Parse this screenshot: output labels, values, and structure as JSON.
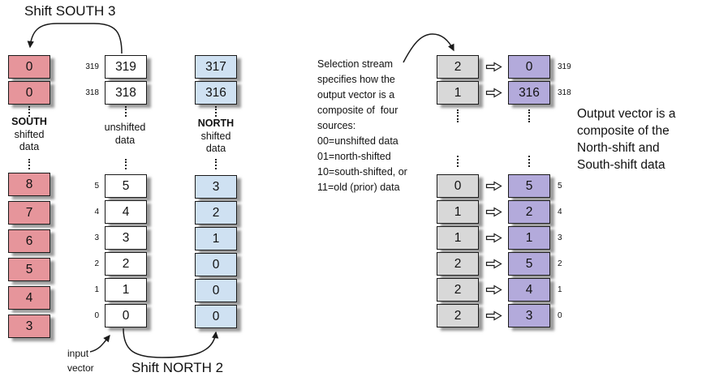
{
  "titles": {
    "shift_south": "Shift SOUTH 3",
    "shift_north": "Shift NORTH 2",
    "input_vector": "input\nvector"
  },
  "south": {
    "title": "SOUTH",
    "subtitle": "shifted\ndata",
    "top": [
      "0",
      "0"
    ],
    "bottom": [
      "8",
      "7",
      "6",
      "5",
      "4",
      "3"
    ]
  },
  "unshifted": {
    "label": "unshifted\ndata",
    "top": [
      {
        "idx": "319",
        "val": "319"
      },
      {
        "idx": "318",
        "val": "318"
      }
    ],
    "bottom": [
      {
        "idx": "5",
        "val": "5"
      },
      {
        "idx": "4",
        "val": "4"
      },
      {
        "idx": "3",
        "val": "3"
      },
      {
        "idx": "2",
        "val": "2"
      },
      {
        "idx": "1",
        "val": "1"
      },
      {
        "idx": "0",
        "val": "0"
      }
    ]
  },
  "north": {
    "title": "NORTH",
    "subtitle": "shifted\ndata",
    "top": [
      "317",
      "316"
    ],
    "bottom": [
      "3",
      "2",
      "1",
      "0",
      "0",
      "0"
    ]
  },
  "selection_output": {
    "note": "Selection stream\nspecifies how the\noutput vector is a\ncomposite of  four\nsources:\n00=unshifted data\n01=north-shifted\n10=south-shifted, or\n11=old (prior) data",
    "top": [
      {
        "sel": "2",
        "out": "0",
        "idx": "319"
      },
      {
        "sel": "1",
        "out": "316",
        "idx": "318"
      }
    ],
    "bottom": [
      {
        "sel": "0",
        "out": "5",
        "idx": "5"
      },
      {
        "sel": "1",
        "out": "2",
        "idx": "4"
      },
      {
        "sel": "1",
        "out": "1",
        "idx": "3"
      },
      {
        "sel": "2",
        "out": "5",
        "idx": "2"
      },
      {
        "sel": "2",
        "out": "4",
        "idx": "1"
      },
      {
        "sel": "2",
        "out": "3",
        "idx": "0"
      }
    ]
  },
  "output_note": "Output vector is a\ncomposite of the\nNorth-shift and\nSouth-shift data",
  "colors": {
    "south_fill": "#e6959b",
    "north_fill": "#cfe1f2",
    "unshifted_fill": "#ffffff",
    "selection_fill": "#d8d8d8",
    "output_fill": "#b3aadb",
    "border": "#1a1a1a"
  }
}
